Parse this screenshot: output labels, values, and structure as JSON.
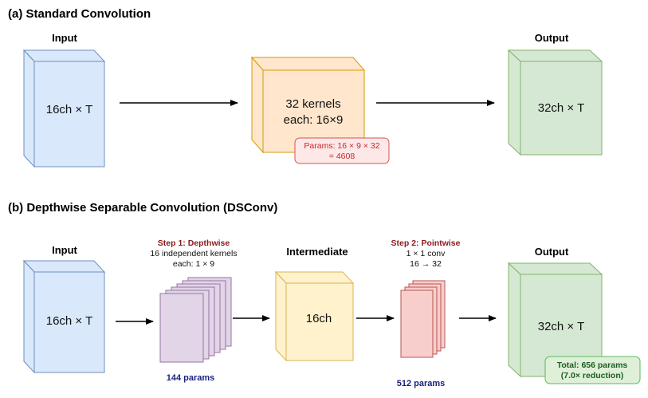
{
  "section_a": {
    "title": "(a) Standard Convolution",
    "input_label": "Input",
    "input_text": "16ch × T",
    "kernel_text_1": "32 kernels",
    "kernel_text_2": "each: 16×9",
    "params_note_1": "Params: 16 × 9 × 32",
    "params_note_2": "= 4608",
    "output_label": "Output",
    "output_text": "32ch × T"
  },
  "section_b": {
    "title": "(b) Depthwise Separable Convolution (DSConv)",
    "input_label": "Input",
    "input_text": "16ch × T",
    "step1_title": "Step 1: Depthwise",
    "step1_line1": "16 independent kernels",
    "step1_line2": "each: 1 × 9",
    "step1_params": "144 params",
    "intermediate_label": "Intermediate",
    "intermediate_text": "16ch",
    "step2_title": "Step 2: Pointwise",
    "step2_line1": "1 × 1 conv",
    "step2_line2": "16 → 32",
    "step2_params": "512 params",
    "output_label": "Output",
    "output_text": "32ch × T",
    "total_note_1": "Total: 656 params",
    "total_note_2": "(7.0× reduction)"
  },
  "colors": {
    "blue_fill": "#dae8fc",
    "blue_stroke": "#6c8ebf",
    "orange_fill": "#ffe6cc",
    "orange_stroke": "#d79b00",
    "green_fill": "#d5e8d4",
    "green_stroke": "#82b366",
    "purple_fill": "#e1d5e7",
    "purple_stroke": "#9673a6",
    "yellow_fill": "#fff2cc",
    "yellow_stroke": "#d6b656",
    "red_fill": "#f8cecc",
    "red_stroke": "#b85450"
  }
}
